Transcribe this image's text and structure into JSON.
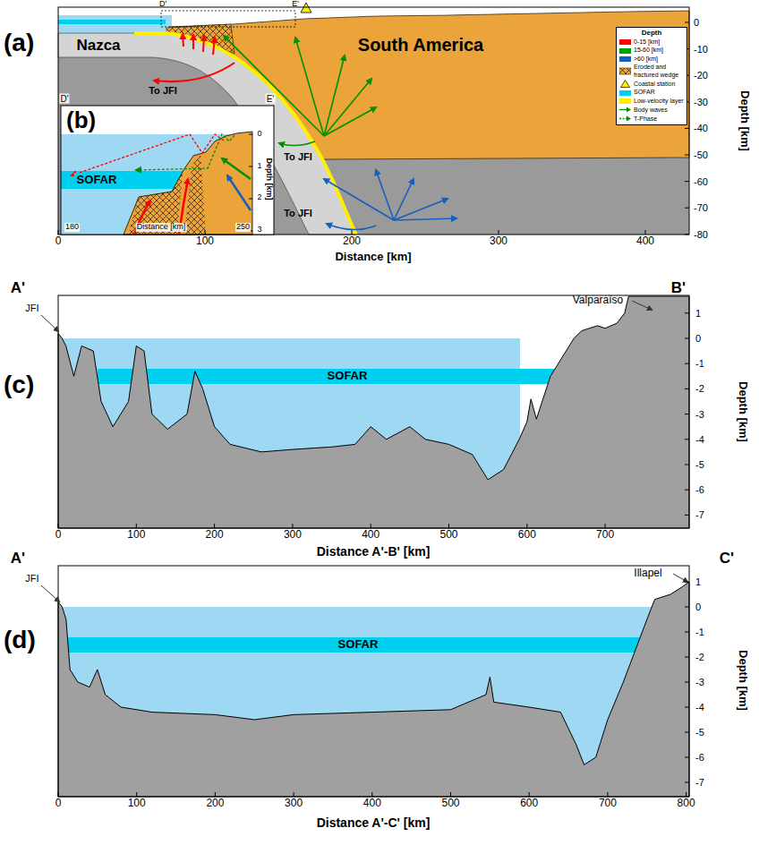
{
  "diagram": {
    "nodes": [
      {
        "text": [
          "SOFAR"
        ]
      },
      {
        "text": [
          "SOFAR"
        ]
      },
      {
        "text": [
          "SOFAR"
        ]
      }
    ],
    "labels": [
      "(a)",
      "Nazca",
      "South America",
      "D'",
      "E'",
      "To JFI",
      "To JFI",
      "To JFI",
      "Depth",
      "0",
      "-10",
      "-20",
      "-30",
      "-40",
      "-50",
      "-60",
      "-70",
      "-80",
      "Depth [km]",
      "0",
      "100",
      "200",
      "300",
      "400",
      "Distance [km]",
      "(b)",
      "D'",
      "E'",
      "0",
      "1",
      "2",
      "3",
      "Depth [km]",
      "180",
      "Distance [km]",
      "250",
      "(c)",
      "A'",
      "B'",
      "JFI",
      "Valparaíso",
      "1",
      "0",
      "-1",
      "-2",
      "-3",
      "-4",
      "-5",
      "-6",
      "-7",
      "Depth [km]",
      "0",
      "100",
      "200",
      "300",
      "400",
      "500",
      "600",
      "700",
      "Distance A'-B' [km]",
      "(d)",
      "A'",
      "C'",
      "JFI",
      "Illapel",
      "1",
      "0",
      "-1",
      "-2",
      "-3",
      "-4",
      "-5",
      "-6",
      "-7",
      "Depth [km]",
      "0",
      "100",
      "200",
      "300",
      "400",
      "500",
      "600",
      "700",
      "800",
      "Distance A'-C' [km]"
    ],
    "legend": [
      {
        "text": "0-15 [km]",
        "color": "#ff0000"
      },
      {
        "text": "15-60 [km]",
        "color": "#00a000"
      },
      {
        "text": ">60 [km]",
        "color": "#1560bd"
      },
      {
        "text": "Eroded and fractured wedge"
      },
      {
        "text": "Coastal station"
      },
      {
        "text": "SOFAR",
        "color": "#00d0f0"
      },
      {
        "text": "Low-velocity layer",
        "color": "#ffee00"
      },
      {
        "text": "Body waves"
      },
      {
        "text": "T-Phase"
      }
    ]
  }
}
